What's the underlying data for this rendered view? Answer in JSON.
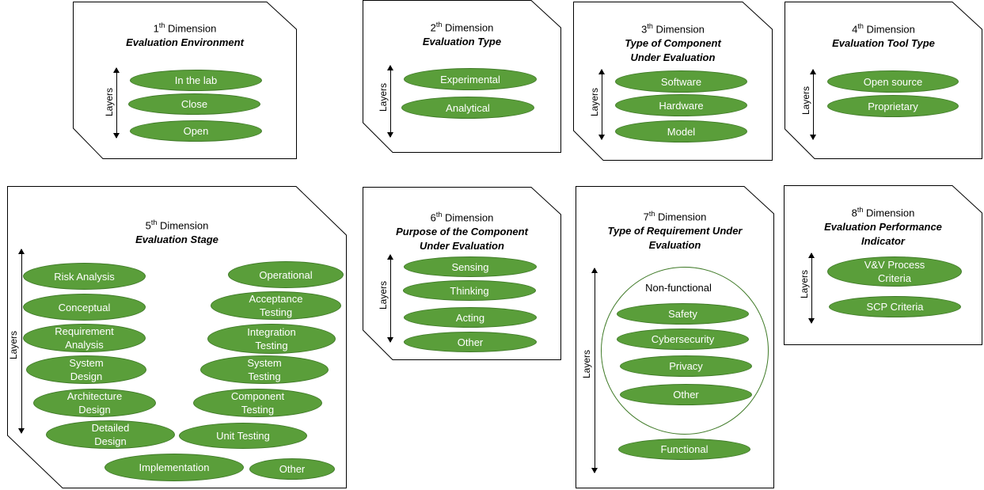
{
  "axis_label": "Layers",
  "dimensions": [
    {
      "number": "1",
      "sup": "th",
      "word": "Dimension",
      "subtitle": "Evaluation Environment",
      "items": [
        "In the lab",
        "Close",
        "Open"
      ]
    },
    {
      "number": "2",
      "sup": "th",
      "word": "Dimension",
      "subtitle": "Evaluation Type",
      "items": [
        "Experimental",
        "Analytical"
      ]
    },
    {
      "number": "3",
      "sup": "th",
      "word": "Dimension",
      "subtitle": "Type of Component  Under Evaluation",
      "items": [
        "Software",
        "Hardware",
        "Model"
      ]
    },
    {
      "number": "4",
      "sup": "th",
      "word": "Dimension",
      "subtitle": "Evaluation Tool Type",
      "items": [
        "Open source",
        "Proprietary"
      ]
    },
    {
      "number": "5",
      "sup": "th",
      "word": "Dimension",
      "subtitle": "Evaluation Stage",
      "items": [
        "Risk Analysis",
        "Conceptual",
        "Requirement Analysis",
        "System Design",
        "Architecture Design",
        "Detailed Design",
        "Operational",
        "Acceptance Testing",
        "Integration Testing",
        "System Testing",
        "Component Testing",
        "Unit Testing",
        "Implementation",
        "Other"
      ]
    },
    {
      "number": "6",
      "sup": "th",
      "word": "Dimension",
      "subtitle": "Purpose of the Component Under Evaluation",
      "items": [
        "Sensing",
        "Thinking",
        "Acting",
        "Other"
      ]
    },
    {
      "number": "7",
      "sup": "th",
      "word": "Dimension",
      "subtitle": "Type of Requirement Under Evaluation",
      "group_label": "Non-functional",
      "items": [
        "Safety",
        "Cybersecurity",
        "Privacy",
        "Other",
        "Functional"
      ]
    },
    {
      "number": "8",
      "sup": "th",
      "word": "Dimension",
      "subtitle": "Evaluation Performance Indicator",
      "items": [
        "V&V Process Criteria",
        "SCP Criteria"
      ]
    }
  ],
  "colors": {
    "pill_fill": "#5a9e3a",
    "pill_border": "#3f7a27",
    "pill_text": "#ffffff",
    "frame": "#000000"
  }
}
